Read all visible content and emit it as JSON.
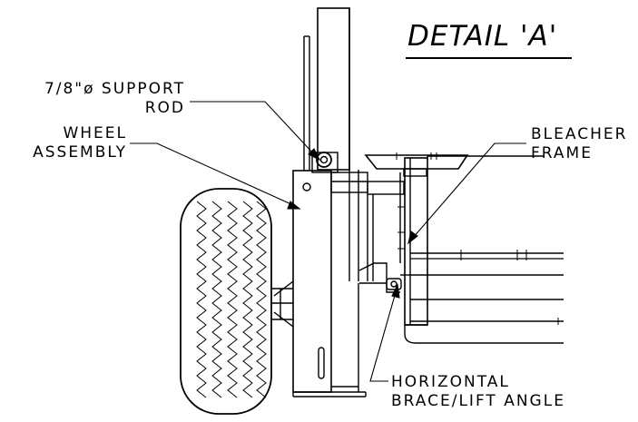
{
  "title": "DETAIL 'A'",
  "labels": {
    "support_rod_line1": "7/8\"ø SUPPORT",
    "support_rod_line2": "ROD",
    "wheel_line1": "WHEEL",
    "wheel_line2": "ASSEMBLY",
    "bleacher_line1": "BLEACHER",
    "bleacher_line2": "FRAME",
    "brace_line1": "HORIZONTAL",
    "brace_line2": "BRACE/LIFT ANGLE"
  },
  "colors": {
    "ink": "#000000",
    "paper": "#ffffff"
  }
}
